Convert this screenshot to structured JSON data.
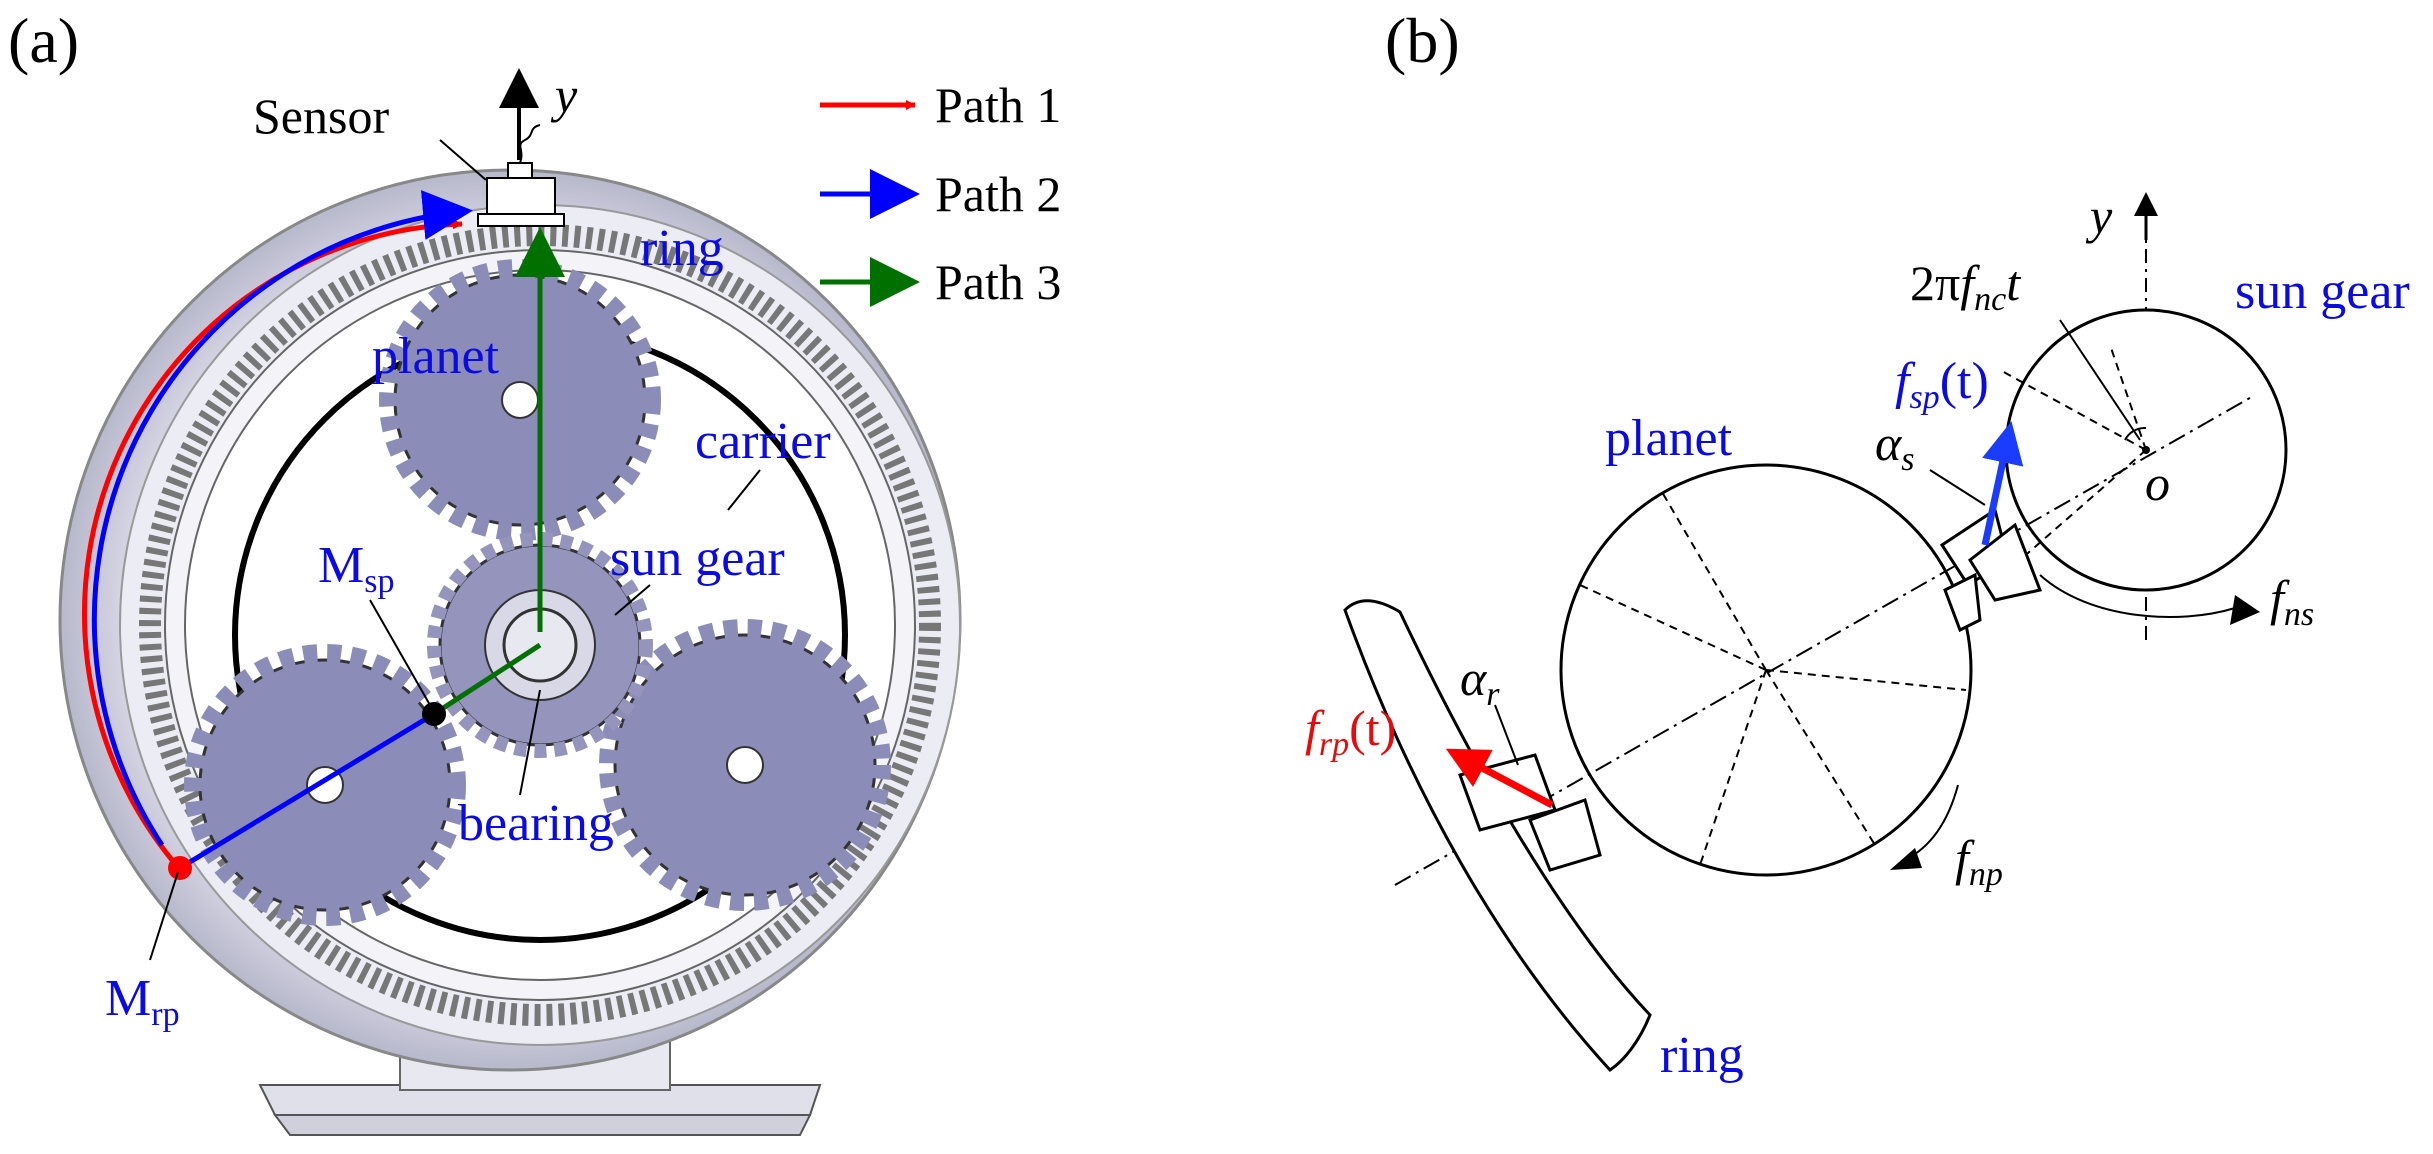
{
  "panel_a": {
    "label": "(a)",
    "sensor": "Sensor",
    "y_axis": "y",
    "ring": "ring",
    "planet": "planet",
    "carrier": "carrier",
    "sun_gear": "sun gear",
    "bearing": "bearing",
    "msp": {
      "main": "M",
      "sub": "sp"
    },
    "mrp": {
      "main": "M",
      "sub": "rp"
    },
    "legend": [
      {
        "label": "Path 1",
        "color": "#ff0000"
      },
      {
        "label": "Path 2",
        "color": "#0000ff"
      },
      {
        "label": "Path 3",
        "color": "#007000"
      }
    ]
  },
  "panel_b": {
    "label": "(b)",
    "y_axis": "y",
    "sun_gear": "sun gear",
    "planet": "planet",
    "ring": "ring",
    "origin": "o",
    "angle_expr": {
      "prefix": "2π",
      "f": "f",
      "sub": "nc",
      "suffix": "t"
    },
    "fsp": {
      "f": "f",
      "sub": "sp",
      "arg": "(t)"
    },
    "frp": {
      "f": "f",
      "sub": "rp",
      "arg": "(t)"
    },
    "alpha_s": {
      "sym": "α",
      "sub": "s"
    },
    "alpha_r": {
      "sym": "α",
      "sub": "r"
    },
    "fns": {
      "f": "f",
      "sub": "ns"
    },
    "fnp": {
      "f": "f",
      "sub": "np"
    }
  },
  "colors": {
    "blue_label": "#0a0ae6",
    "gear_fill": "#8c8cb8",
    "ring_fill": "#c8c8dc",
    "path1": "#ff0000",
    "path2": "#0000ff",
    "path3": "#007000"
  }
}
